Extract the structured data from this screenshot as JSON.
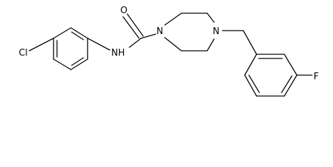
{
  "molecule": {
    "atoms": {
      "chlorine": "Cl",
      "amide_nitrogen": "NH",
      "carbonyl_oxygen": "O",
      "piperazine_n1": "N",
      "piperazine_n4": "N",
      "fluorine": "F"
    },
    "colors": {
      "ink": "#000000",
      "background": "#ffffff"
    }
  }
}
